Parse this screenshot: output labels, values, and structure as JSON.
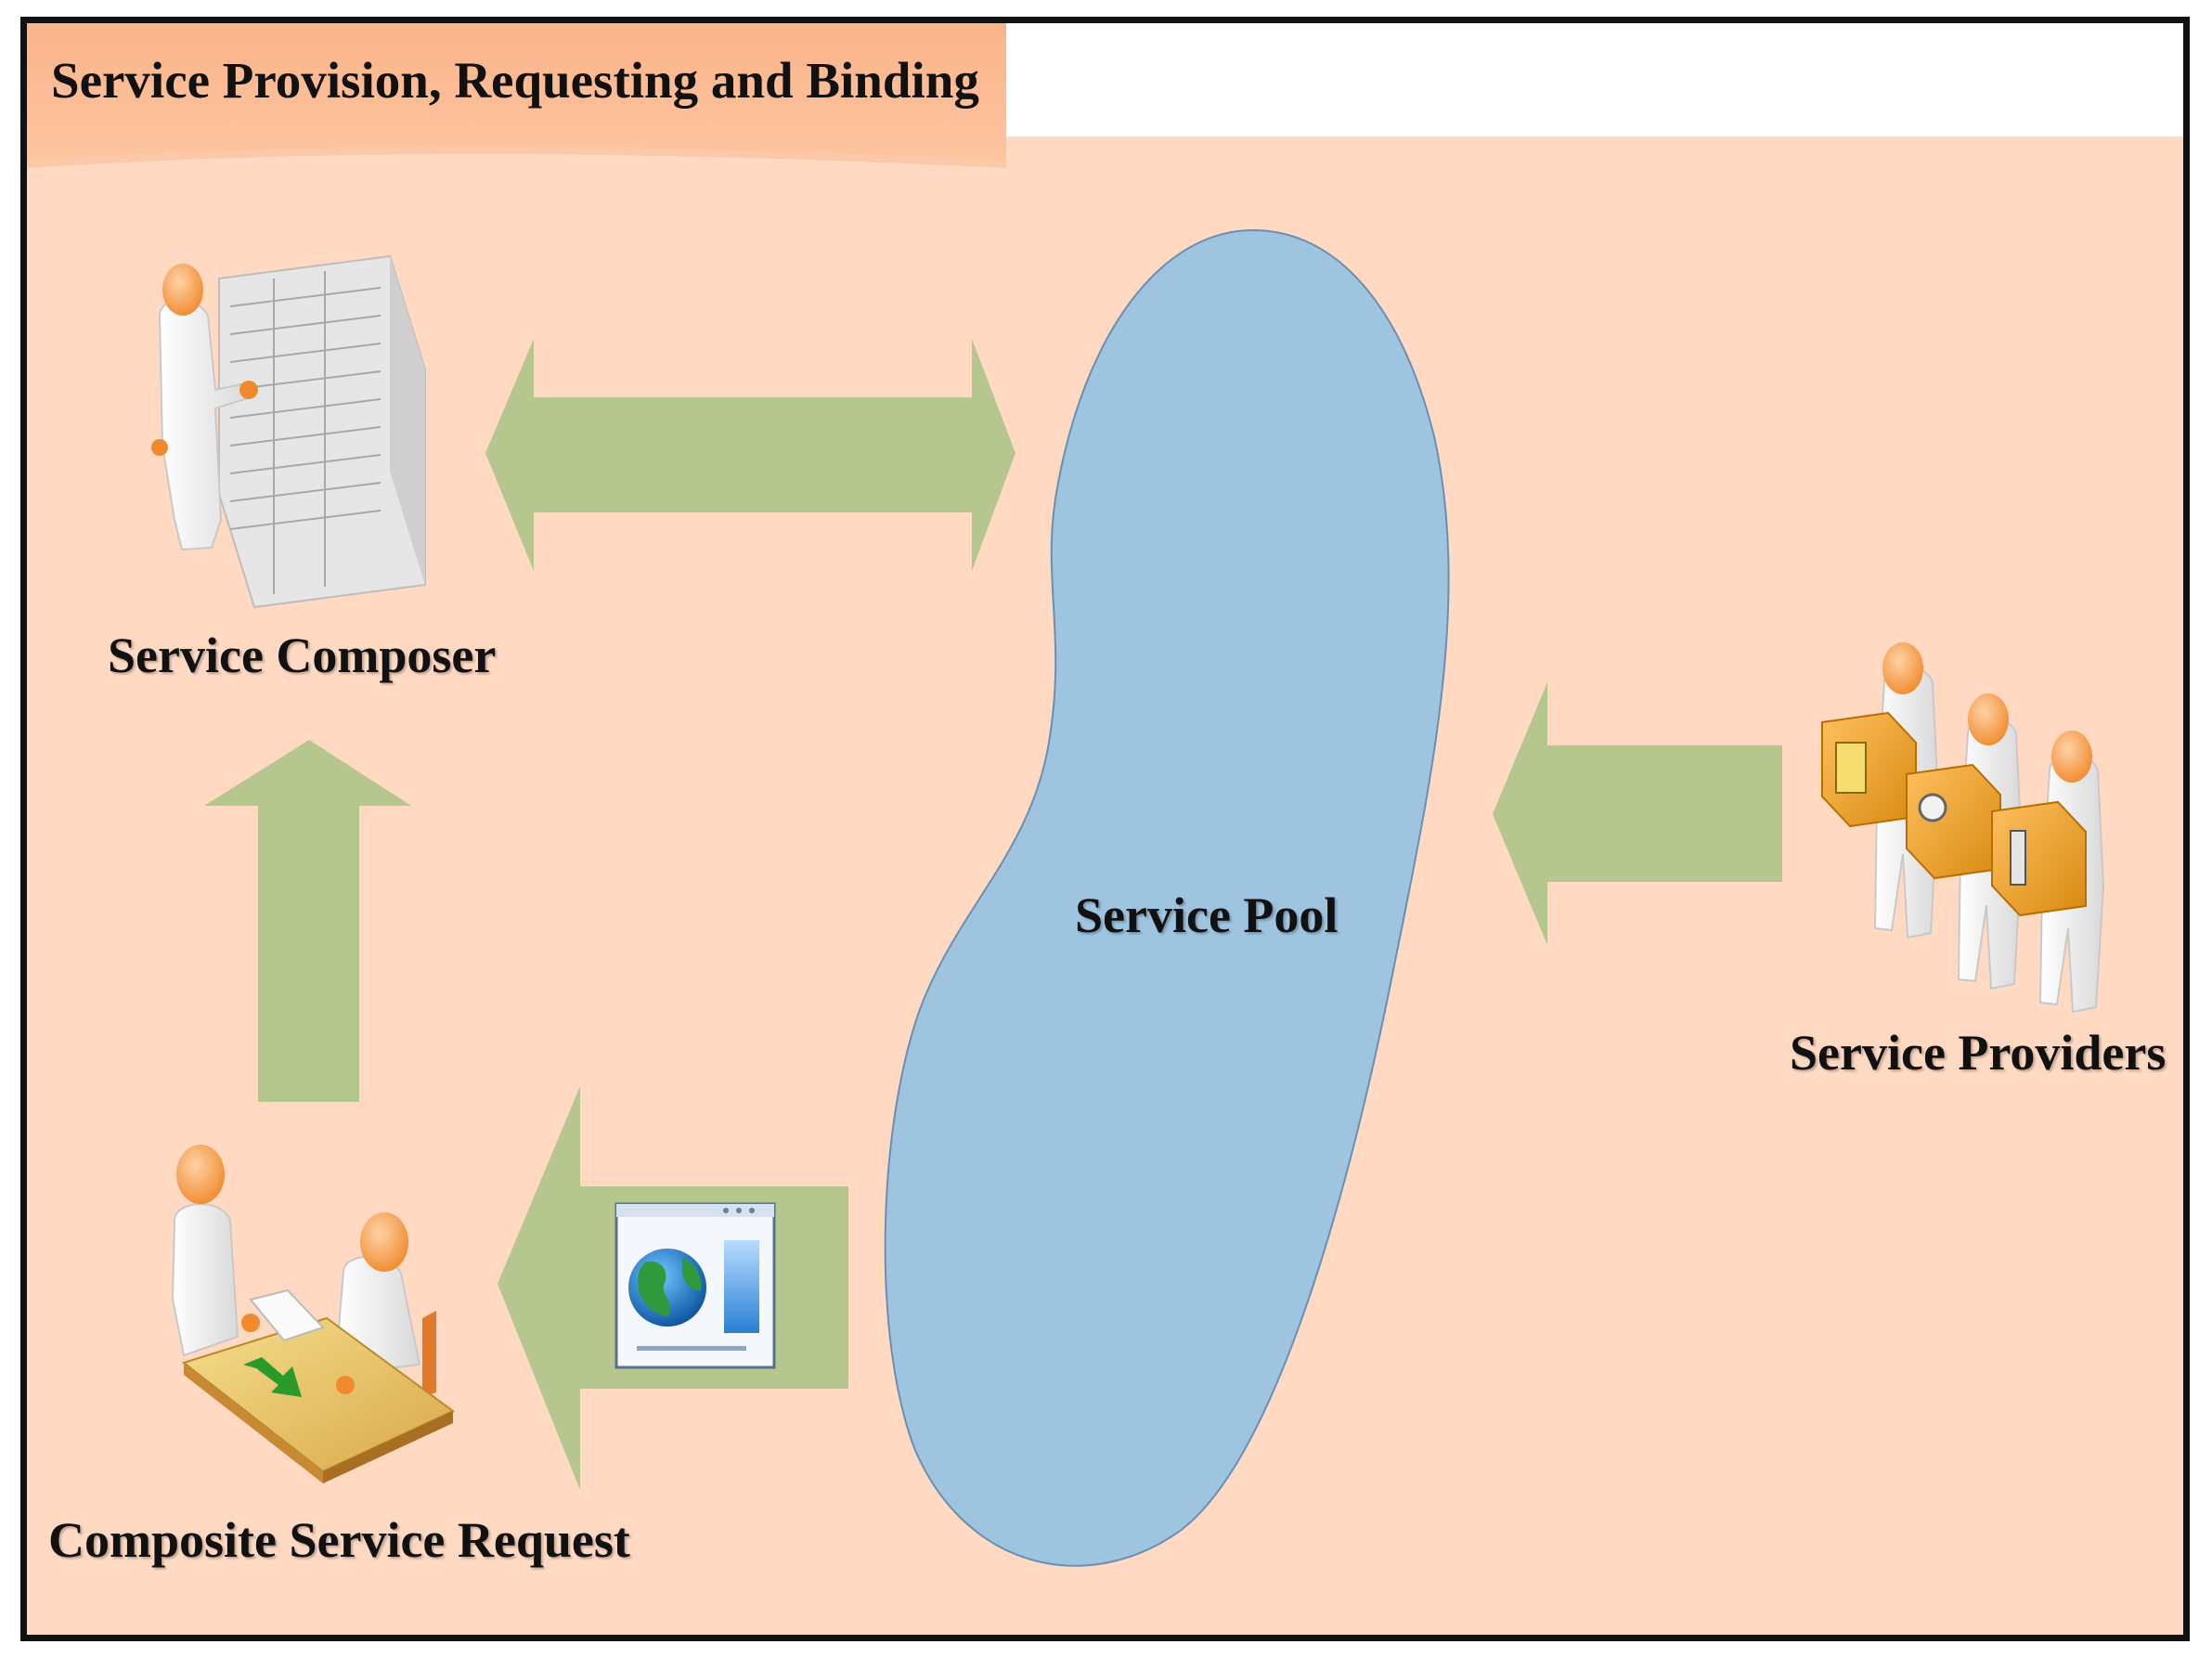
{
  "title": "Service Provision, Requesting and Binding",
  "nodes": {
    "composer": "Service Composer",
    "pool": "Service Pool",
    "providers": "Service Providers",
    "request": "Composite Service Request"
  },
  "colors": {
    "background": "#ffd9c2",
    "title_tab": "#fcb48a",
    "arrow": "#b5c68e",
    "pool": "#9ec4e0"
  },
  "icons": [
    "composer-server-person-icon",
    "service-providers-people-icon",
    "meeting-desk-people-icon",
    "web-page-globe-icon"
  ]
}
